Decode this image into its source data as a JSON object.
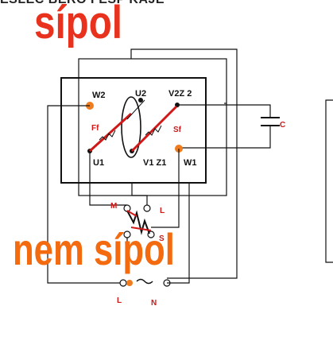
{
  "top_caption": "ESLEC BERO FESP KAJE",
  "overlay_top": "sípol",
  "overlay_bottom": "nem sípol",
  "terminals": {
    "w2": "W2",
    "u2": "U2",
    "v2z2": "V2Z 2",
    "u1": "U1",
    "v1z1": "V1 Z1",
    "w1": "W1"
  },
  "windings": {
    "ff": "Ff",
    "sf": "Sf"
  },
  "capacitor": "C",
  "switch_labels": {
    "m": "M",
    "l": "L",
    "s": "S"
  },
  "mains": {
    "l": "L",
    "n": "N"
  },
  "colors": {
    "accent_red": "#d01818",
    "overlay_red": "#e8321e",
    "overlay_orange": "#f36a0f",
    "terminal_dot": "#f07c1e",
    "line": "#111111"
  }
}
